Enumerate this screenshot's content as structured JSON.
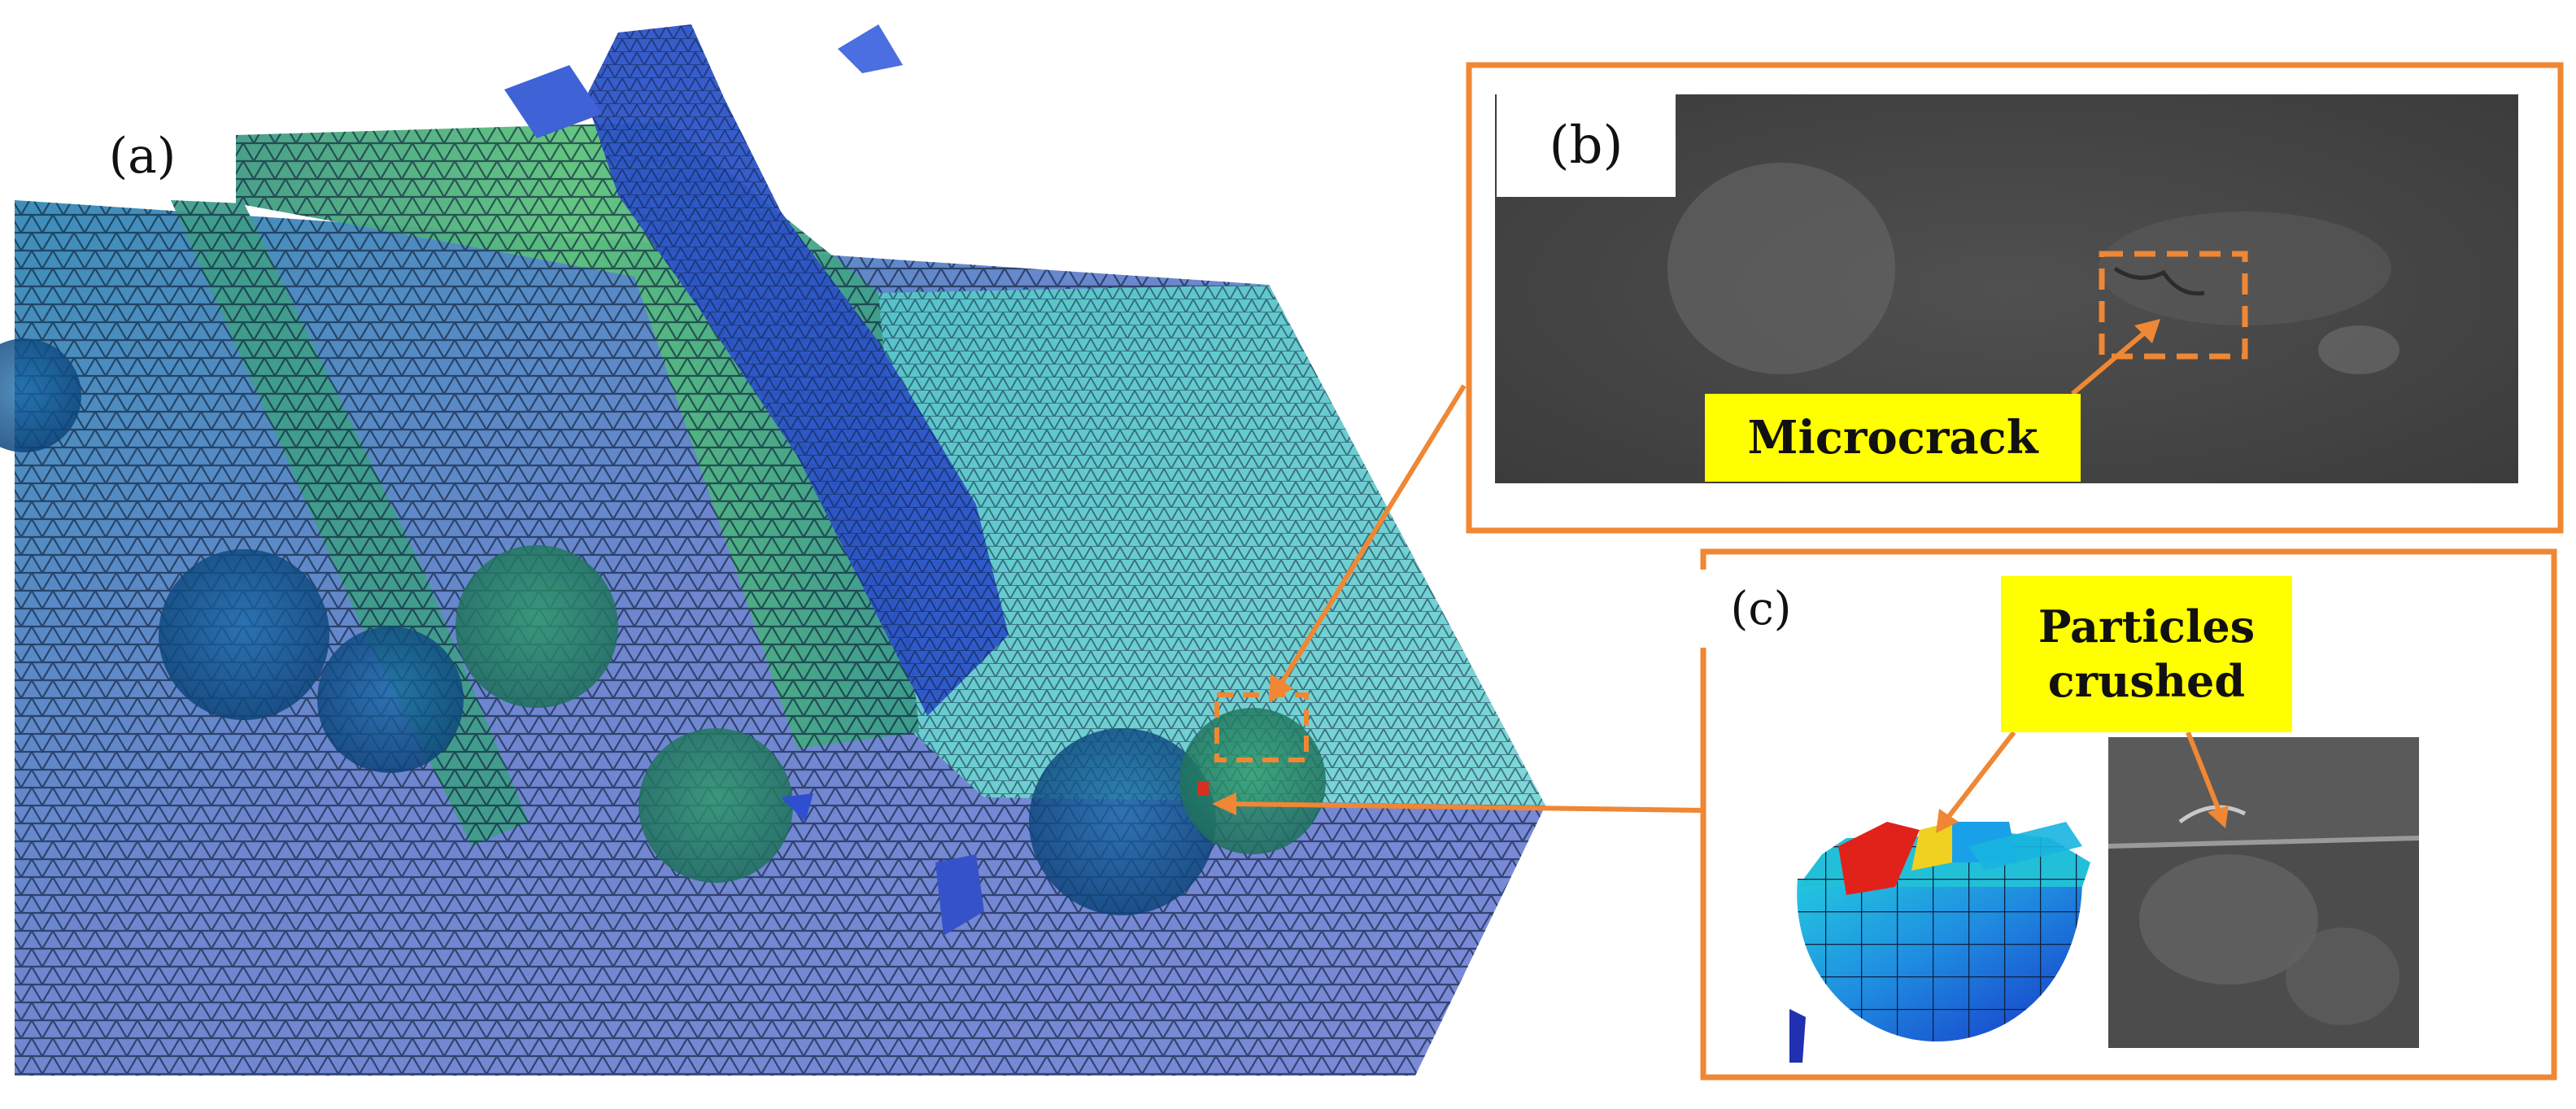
{
  "panels": {
    "a": {
      "label": "(a)"
    },
    "b": {
      "label": "(b)",
      "callout": "Microcrack"
    },
    "c": {
      "label": "(c)",
      "callout": "Particles\ncrushed"
    }
  },
  "colors": {
    "frame_orange": "#ef8734",
    "callout_yellow": "#ffff00",
    "sem_gray": "#474747",
    "mesh_blue": "#6f86d0",
    "mesh_green": "#4fb88a",
    "mesh_cyan": "#6fd0d4",
    "particle_blue": "#0a5a9a",
    "fe_red": "#e0221a"
  }
}
